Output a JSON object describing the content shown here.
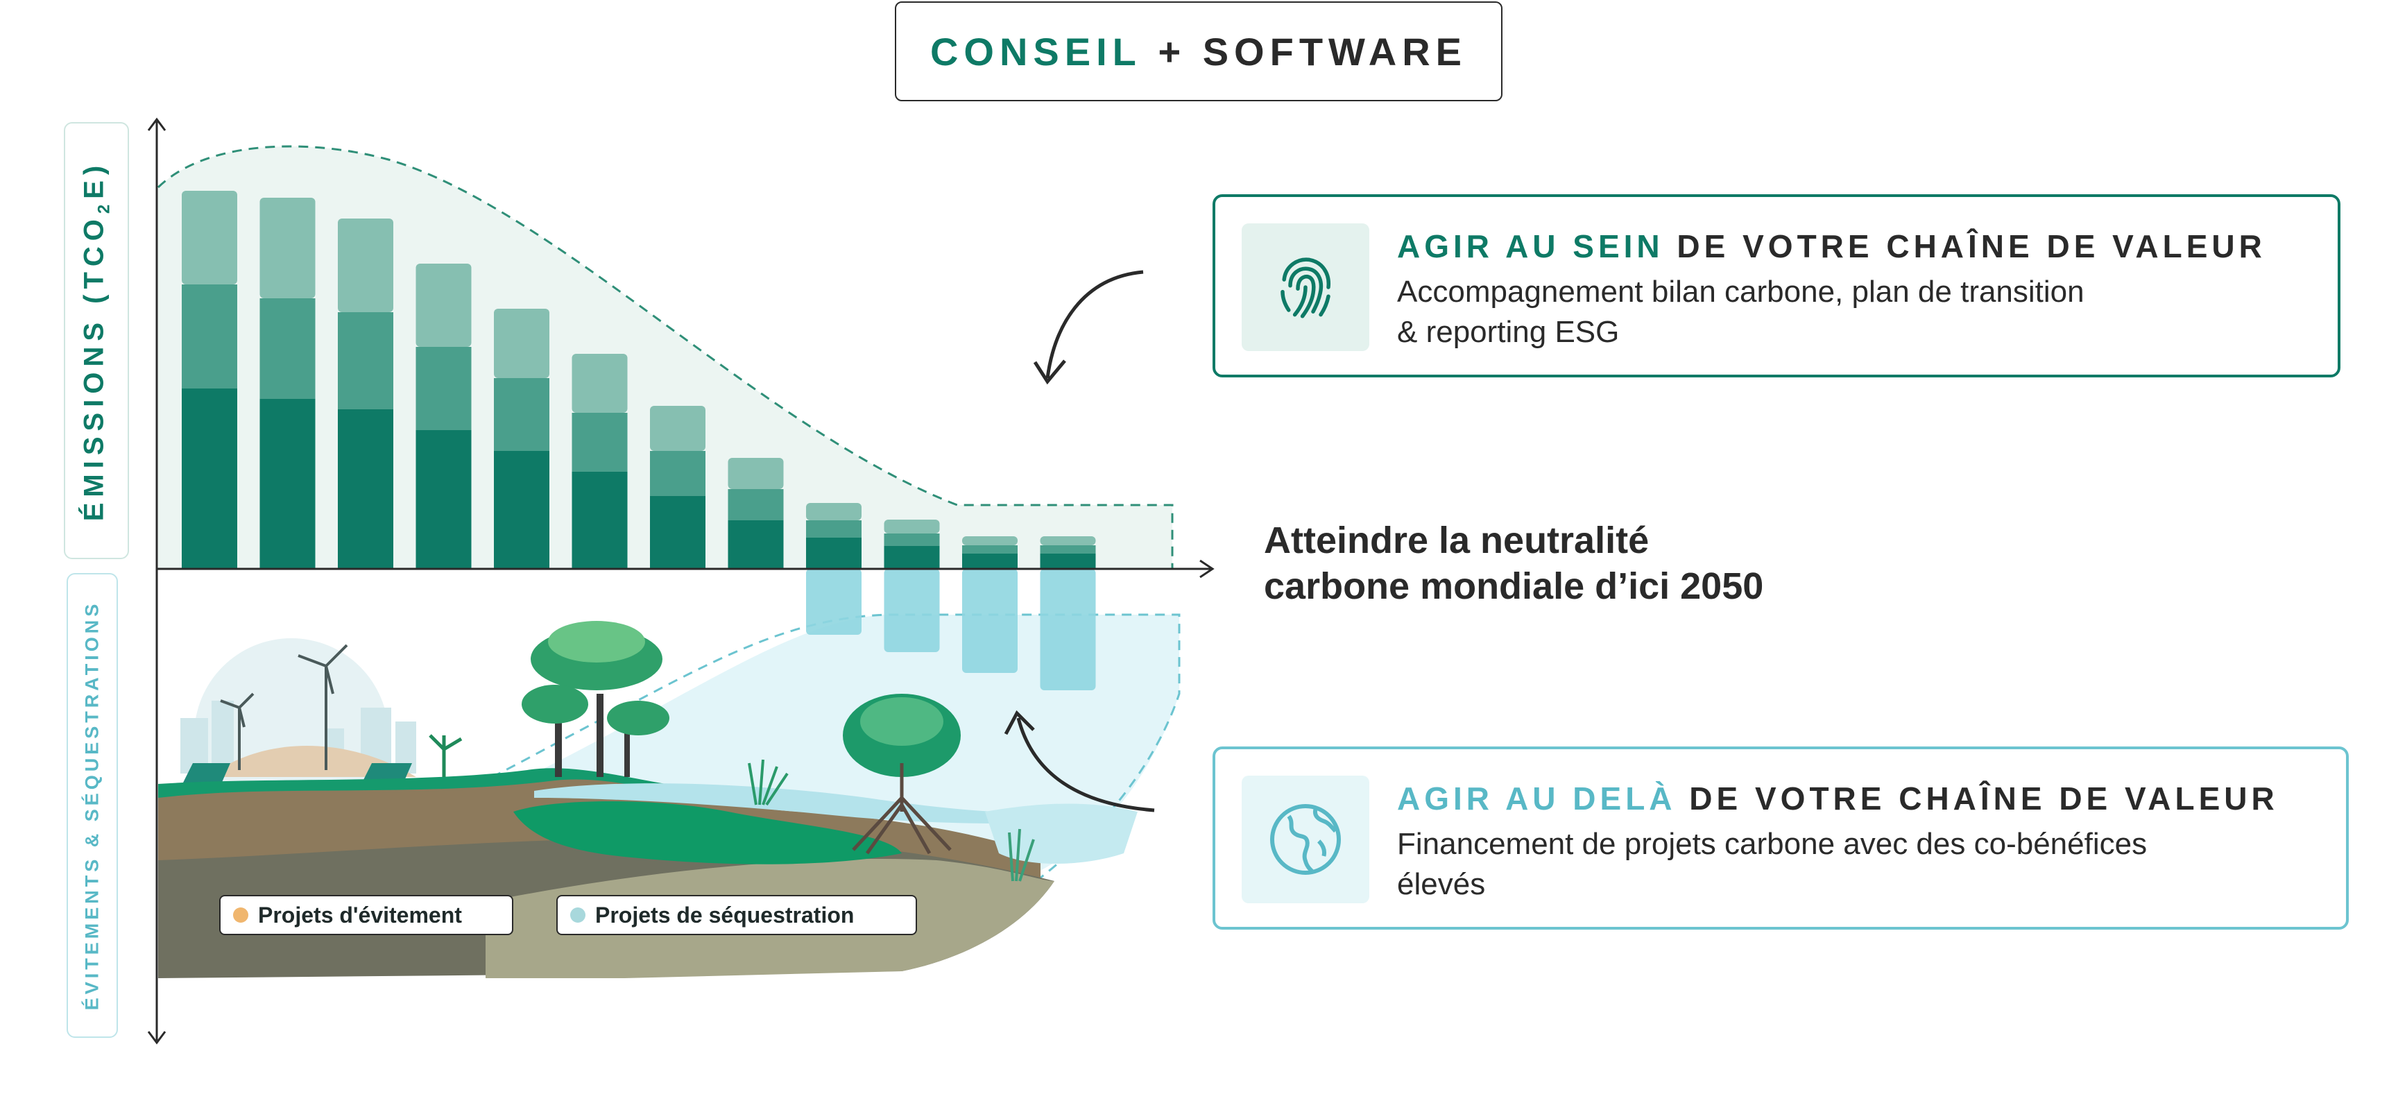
{
  "header": {
    "part1": "CONSEIL",
    "part2": "+ SOFTWARE"
  },
  "axis": {
    "top_label_prefix": "ÉMISSIONS (TCO",
    "top_label_sub": "2",
    "top_label_suffix": "E)",
    "bottom_label": "ÉVITEMENTS & SÉQUESTRATIONS"
  },
  "legend": {
    "avoidance": {
      "label": "Projets d'évitement",
      "color": "#f0b66e"
    },
    "sequestration": {
      "label": "Projets de séquestration",
      "color": "#a8d8dc"
    }
  },
  "neutrality": {
    "line1": "Atteindre la neutralité",
    "line2": "carbone mondiale d’ici 2050"
  },
  "cards": {
    "within": {
      "title_accent": "AGIR AU SEIN",
      "title_rest": " DE VOTRE CHAÎNE DE VALEUR",
      "desc_line1": "Accompagnement bilan carbone, plan de transition",
      "desc_line2": "& reporting ESG",
      "icon": "fingerprint-icon",
      "color": "#0e7a66"
    },
    "beyond": {
      "title_accent": "AGIR AU DELÀ",
      "title_rest": " DE VOTRE CHAÎNE DE VALEUR",
      "desc_line1": "Financement de projets carbone avec des co-bénéfices",
      "desc_line2": "élevés",
      "icon": "globe-icon",
      "color": "#58b8c6"
    }
  },
  "colors": {
    "dark_green": "#0e7a66",
    "mid_green": "#4a9f8c",
    "light_green": "#86bfb1",
    "sequestration_blue": "#8fd6e0",
    "teal_accent": "#58b8c6"
  },
  "chart_data": {
    "type": "bar",
    "bars": 12,
    "series": [
      {
        "values": [
          2.6,
          2.45,
          2.3,
          2.0,
          1.7,
          1.4,
          1.05,
          0.7,
          0.45,
          0.33,
          0.22,
          0.22
        ]
      },
      {
        "values": [
          1.5,
          1.45,
          1.4,
          1.2,
          1.05,
          0.85,
          0.65,
          0.45,
          0.25,
          0.18,
          0.12,
          0.12
        ]
      },
      {
        "values": [
          1.35,
          1.45,
          1.35,
          1.2,
          1.0,
          0.85,
          0.65,
          0.45,
          0.25,
          0.2,
          0.13,
          0.13
        ]
      }
    ],
    "negative": [
      0,
      0,
      0,
      0,
      0,
      0,
      0,
      0,
      -0.95,
      -1.2,
      -1.5,
      -1.75
    ],
    "ylim": [
      -2.2,
      6.5
    ]
  }
}
